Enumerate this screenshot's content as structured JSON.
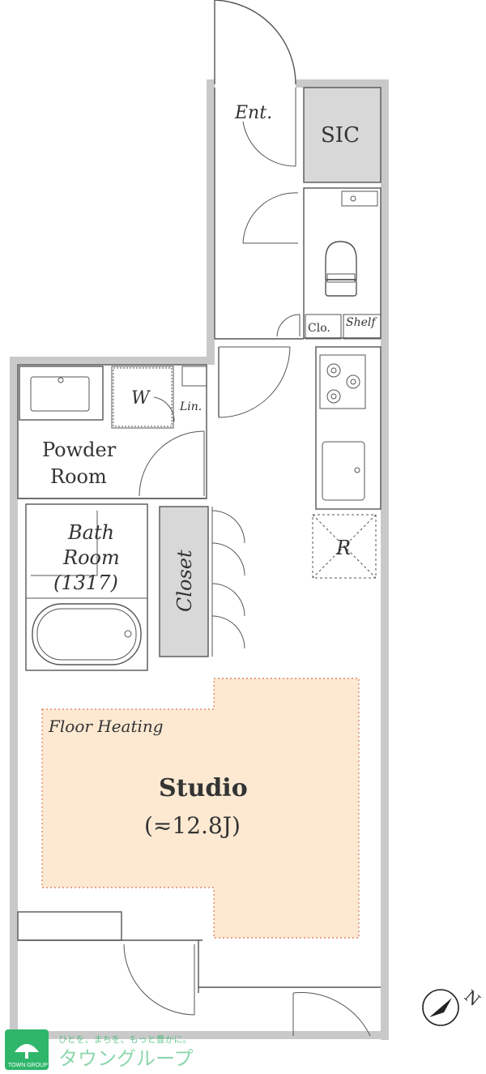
{
  "rooms": {
    "entrance": "Ent.",
    "sic": "SIC",
    "closet_small": "Clo.",
    "shelf": "Shelf",
    "washer": "W",
    "linen": "Lin.",
    "powder_line1": "Powder",
    "powder_line2": "Room",
    "bath_line1": "Bath",
    "bath_line2": "Room",
    "bath_size": "(1317)",
    "closet": "Closet",
    "refrigerator": "R",
    "floor_heating": "Floor Heating",
    "studio": "Studio",
    "studio_size": "(≂12.8J)"
  },
  "compass": {
    "label": "N"
  },
  "logo": {
    "tagline": "ひとを、まちを、もっと豊かに。",
    "brand": "タウングループ",
    "sub": "TOWN GROUP",
    "color": "#2fb66a"
  },
  "colors": {
    "studio_fill": "#fde9d2",
    "studio_border": "#e08a6a",
    "sic_fill": "#d8d8d8",
    "closet_fill": "#d8d8d8"
  }
}
